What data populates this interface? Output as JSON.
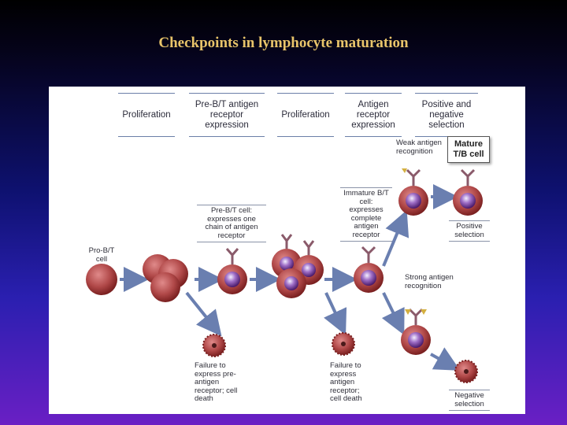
{
  "title": "Checkpoints in lymphocyte maturation",
  "stages": [
    "Proliferation",
    "Pre-B/T antigen receptor expression",
    "Proliferation",
    "Antigen receptor expression",
    "Positive and negative selection"
  ],
  "labels": {
    "pro_cell": "Pro-B/T cell",
    "pre_cell": "Pre-B/T cell: expresses one chain of antigen receptor",
    "immature_cell": "Immature B/T cell: expresses complete antigen receptor",
    "weak": "Weak antigen recognition",
    "strong": "Strong antigen recognition",
    "mature": "Mature T/B cell",
    "positive": "Positive selection",
    "negative": "Negative selection",
    "failure_pre": "Failure to express pre-antigen receptor; cell death",
    "failure_ag": "Failure to express antigen receptor; cell death"
  },
  "colors": {
    "cell": "#b04848",
    "cell_dark": "#7a2020",
    "nucleus": "#6a2a8a",
    "receptor": "#8a5a6a",
    "antigen": "#d4b040",
    "arrow": "#6a7fb0"
  }
}
